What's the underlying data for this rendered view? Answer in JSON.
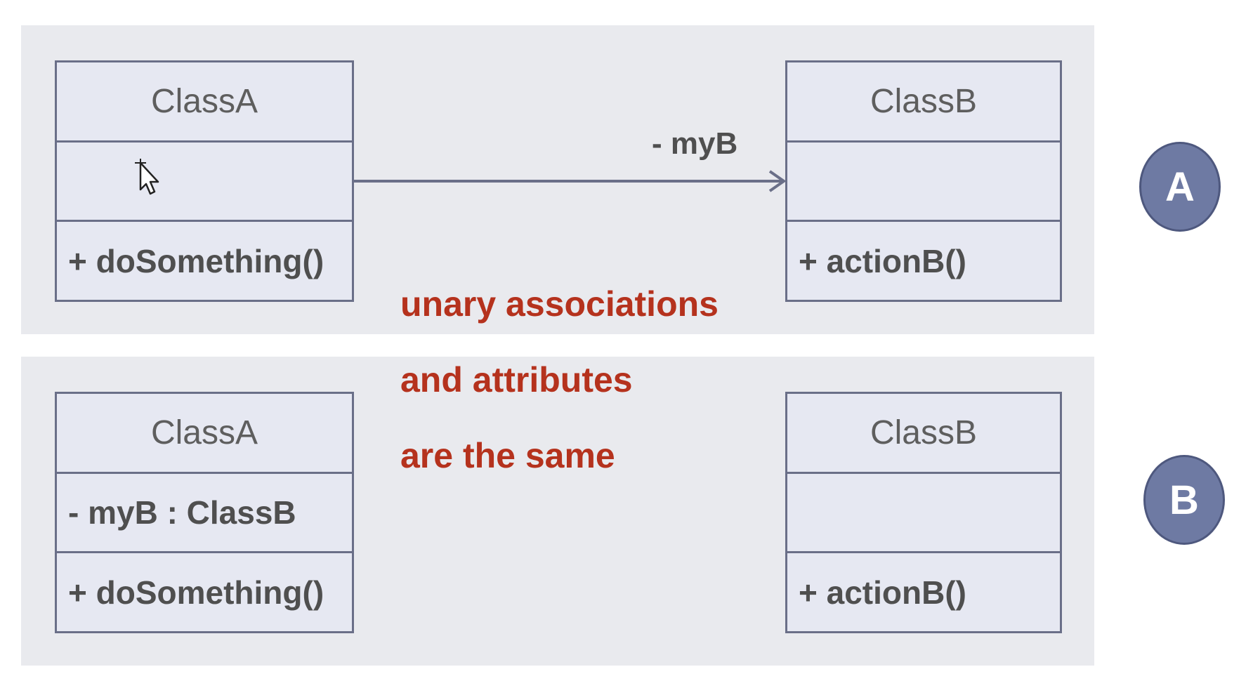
{
  "panel_a": {
    "badge": "A",
    "class_a": {
      "name": "ClassA",
      "attributes": "",
      "operations": "+ doSomething()"
    },
    "class_b": {
      "name": "ClassB",
      "attributes": "",
      "operations": "+ actionB()"
    },
    "association_label": "- myB"
  },
  "panel_b": {
    "badge": "B",
    "class_a": {
      "name": "ClassA",
      "attributes": "- myB : ClassB",
      "operations": "+ doSomething()"
    },
    "class_b": {
      "name": "ClassB",
      "attributes": "",
      "operations": "+ actionB()"
    }
  },
  "note": {
    "line1": "unary associations",
    "line2": "and attributes",
    "line3": "are the same"
  },
  "colors": {
    "panel_bg": "#e9eaee",
    "class_border": "#6a6f88",
    "note_text": "#b5321d",
    "badge_fill": "#6e7aa3"
  }
}
